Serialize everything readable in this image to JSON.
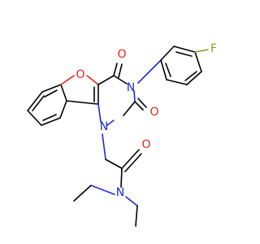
{
  "structure": {
    "atoms": {
      "o_ring": "O",
      "o_top": "O",
      "o_right": "O",
      "o_amide": "O",
      "n_top": "N",
      "n_left": "N",
      "n_amide": "N",
      "f": "F"
    }
  },
  "colors": {
    "bond": "#000000",
    "oxygen": "#e8231a",
    "nitrogen": "#1f2bd6",
    "fluorine": "#8a9b2a"
  }
}
